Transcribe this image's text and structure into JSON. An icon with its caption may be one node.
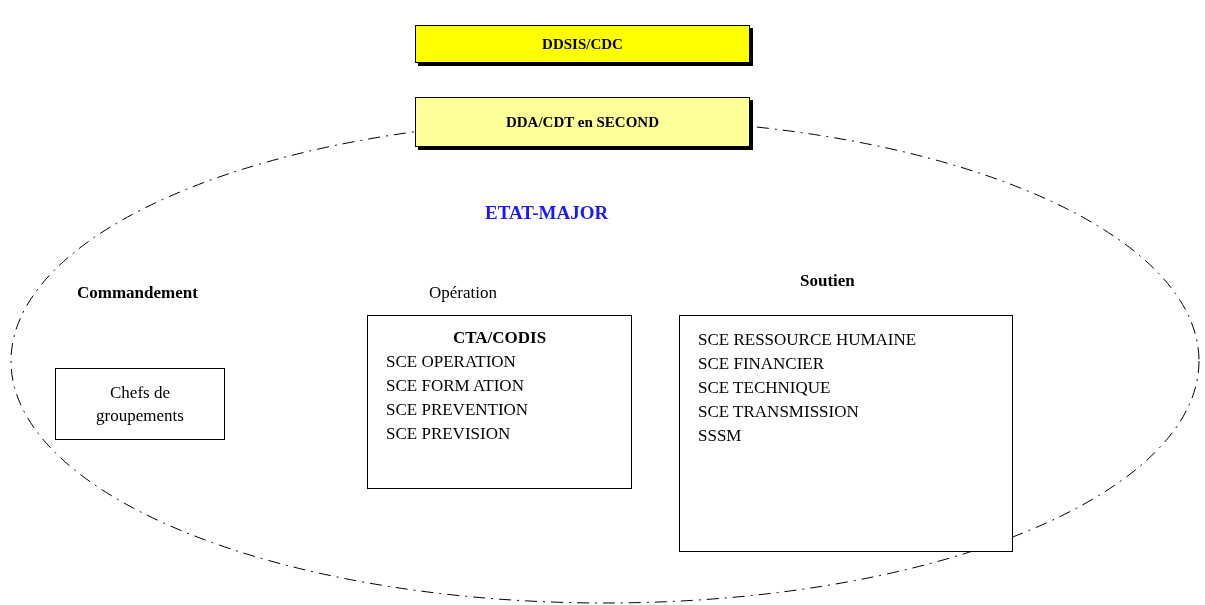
{
  "diagram": {
    "nodes": [
      {
        "text": [
          "DDSIS/CDC"
        ]
      },
      {
        "text": [
          "DDA/CDT en SECOND"
        ]
      },
      {
        "text": [
          "ETAT-MAJOR",
          "Commandement",
          "Opération",
          "Soutien"
        ]
      },
      {
        "text": [
          "Chefs de groupements"
        ],
        "in": 2
      },
      {
        "text": [
          "CTA/CODIS",
          "SCE OPERATION",
          "SCE FORM ATION",
          "SCE PREVENTION",
          "SCE PREVISION"
        ],
        "in": 2
      },
      {
        "text": [
          "SCE RESSOURCE HUMAINE",
          "SCE FINANCIER",
          "SCE TECHNIQUE",
          "SCE TRANSMISSION",
          "SSSM"
        ],
        "in": 2
      }
    ],
    "edges": []
  }
}
